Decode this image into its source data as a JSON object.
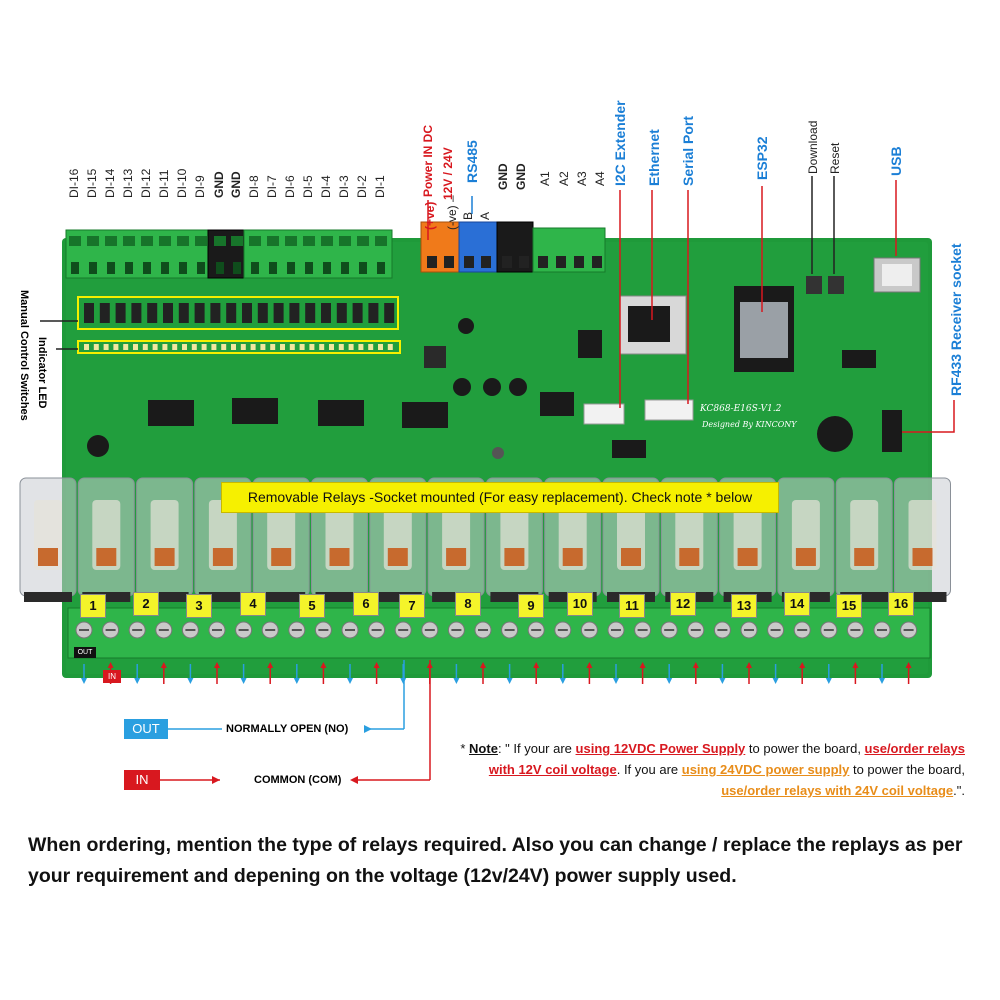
{
  "top_labels": {
    "di": [
      "DI-16",
      "DI-15",
      "DI-14",
      "DI-13",
      "DI-12",
      "DI-11",
      "DI-10",
      "DI-9",
      "GND",
      "GND",
      "DI-8",
      "DI-7",
      "DI-6",
      "DI-5",
      "DI-4",
      "DI-3",
      "DI-2",
      "DI-1"
    ],
    "power_plus": "(+ve)",
    "power_in": "Power IN DC",
    "power_volt": "12V / 24V",
    "power_minus": "(-ve) –",
    "rs485_b": "B",
    "rs485_a": "A",
    "rs485": "RS485",
    "gnd": [
      "GND",
      "GND"
    ],
    "analog": [
      "A1",
      "A2",
      "A3",
      "A4"
    ],
    "i2c": "I2C Extender",
    "ethernet": "Ethernet",
    "serial": "Serial Port",
    "esp32": "ESP32",
    "download": "Download",
    "reset": "Reset",
    "usb": "USB",
    "rf433": "RF433 Receiver socket"
  },
  "side_labels": {
    "manual": "Manual Control Switches",
    "indicator": "Indicator LED"
  },
  "board_text": {
    "model": "KC868-E16S-V1.2",
    "brand_prefix": "Designed By",
    "brand": "KINCONY"
  },
  "banner": "Removable Relays -Socket mounted (For easy replacement). Check note * below",
  "relay_numbers": [
    "1",
    "2",
    "3",
    "4",
    "5",
    "6",
    "7",
    "8",
    "9",
    "10",
    "11",
    "12",
    "13",
    "14",
    "15",
    "16"
  ],
  "terminal_tags": {
    "out": "OUT",
    "in": "IN"
  },
  "legend": {
    "out_tag": "OUT",
    "out_text": "NORMALLY OPEN (NO)",
    "in_tag": "IN",
    "in_text": "COMMON (COM)"
  },
  "note": {
    "star": "* ",
    "note_label": "Note",
    "p1": ": \" If your are ",
    "r1": "using 12VDC Power Supply",
    "p2": " to power the board, ",
    "r2": "use/order relays with 12V coil voltage",
    "p3": ". If you are ",
    "o1": "using 24VDC power supply",
    "p4": " to power the board, ",
    "o2": "use/order relays with 24V coil voltage",
    "p5": ".\"."
  },
  "footer": "When ordering, mention the type of relays required. Also you can change / replace the replays as per your requirement and depening on the voltage (12v/24V) power supply used.",
  "colors": {
    "pcb": "#1f9a3a",
    "terminal_green": "#2fb54a",
    "arrow_red": "#d8181f",
    "arrow_blue": "#2a9fe0",
    "label_blue": "#1b7fd6",
    "banner_yellow": "#f6f000",
    "orange_terminal": "#f07a1a",
    "blue_terminal": "#2a6fd6"
  }
}
